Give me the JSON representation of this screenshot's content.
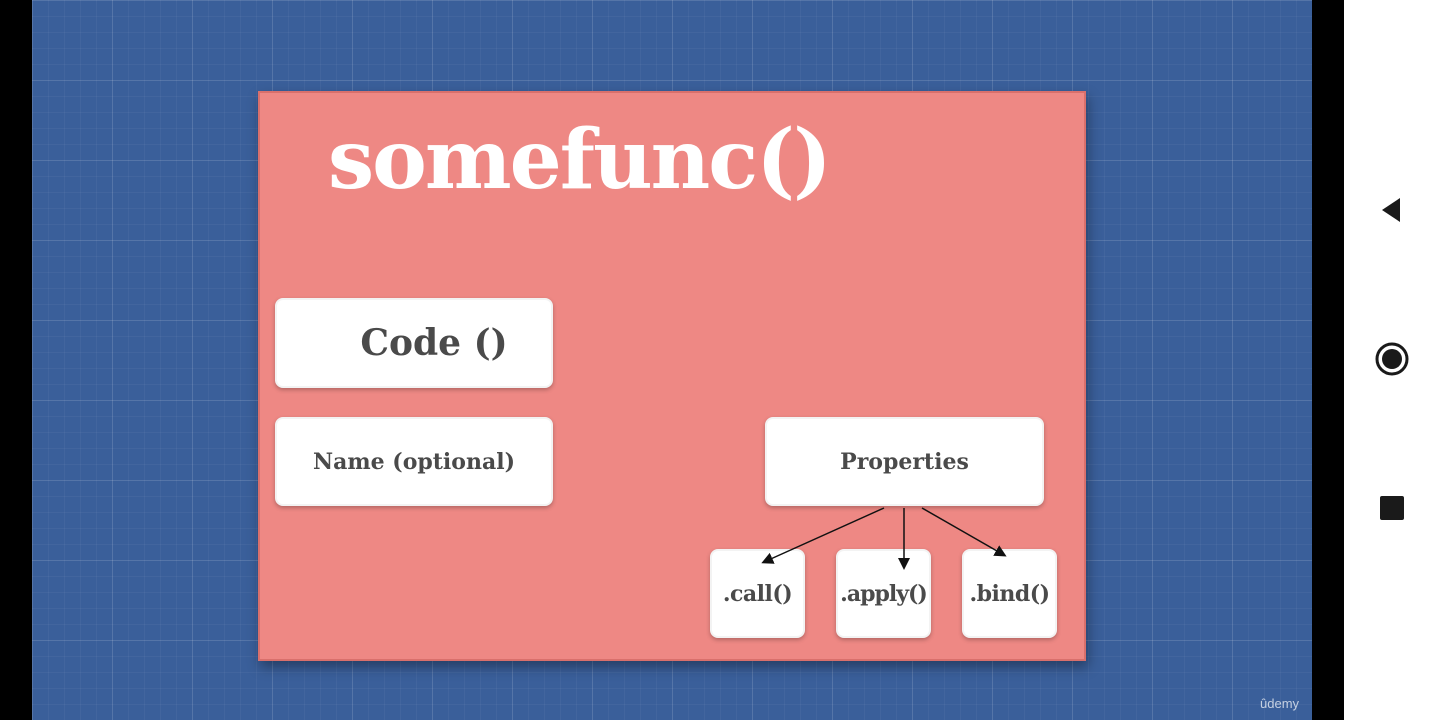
{
  "slide": {
    "title": "somefunc()",
    "boxes": {
      "code": "Code ()",
      "name": "Name (optional)",
      "properties": "Properties",
      "call": ".call()",
      "apply": ".apply()",
      "bind": ".bind()"
    }
  },
  "watermark": "ûdemy",
  "navbar": {
    "back_icon": "back-triangle-icon",
    "home_icon": "home-circle-icon",
    "recents_icon": "recents-square-icon"
  },
  "colors": {
    "background": "#3a5f9a",
    "slide": "#ee8884",
    "box": "#ffffff",
    "box_text": "#4a4a4a",
    "title_text": "#ffffff"
  }
}
